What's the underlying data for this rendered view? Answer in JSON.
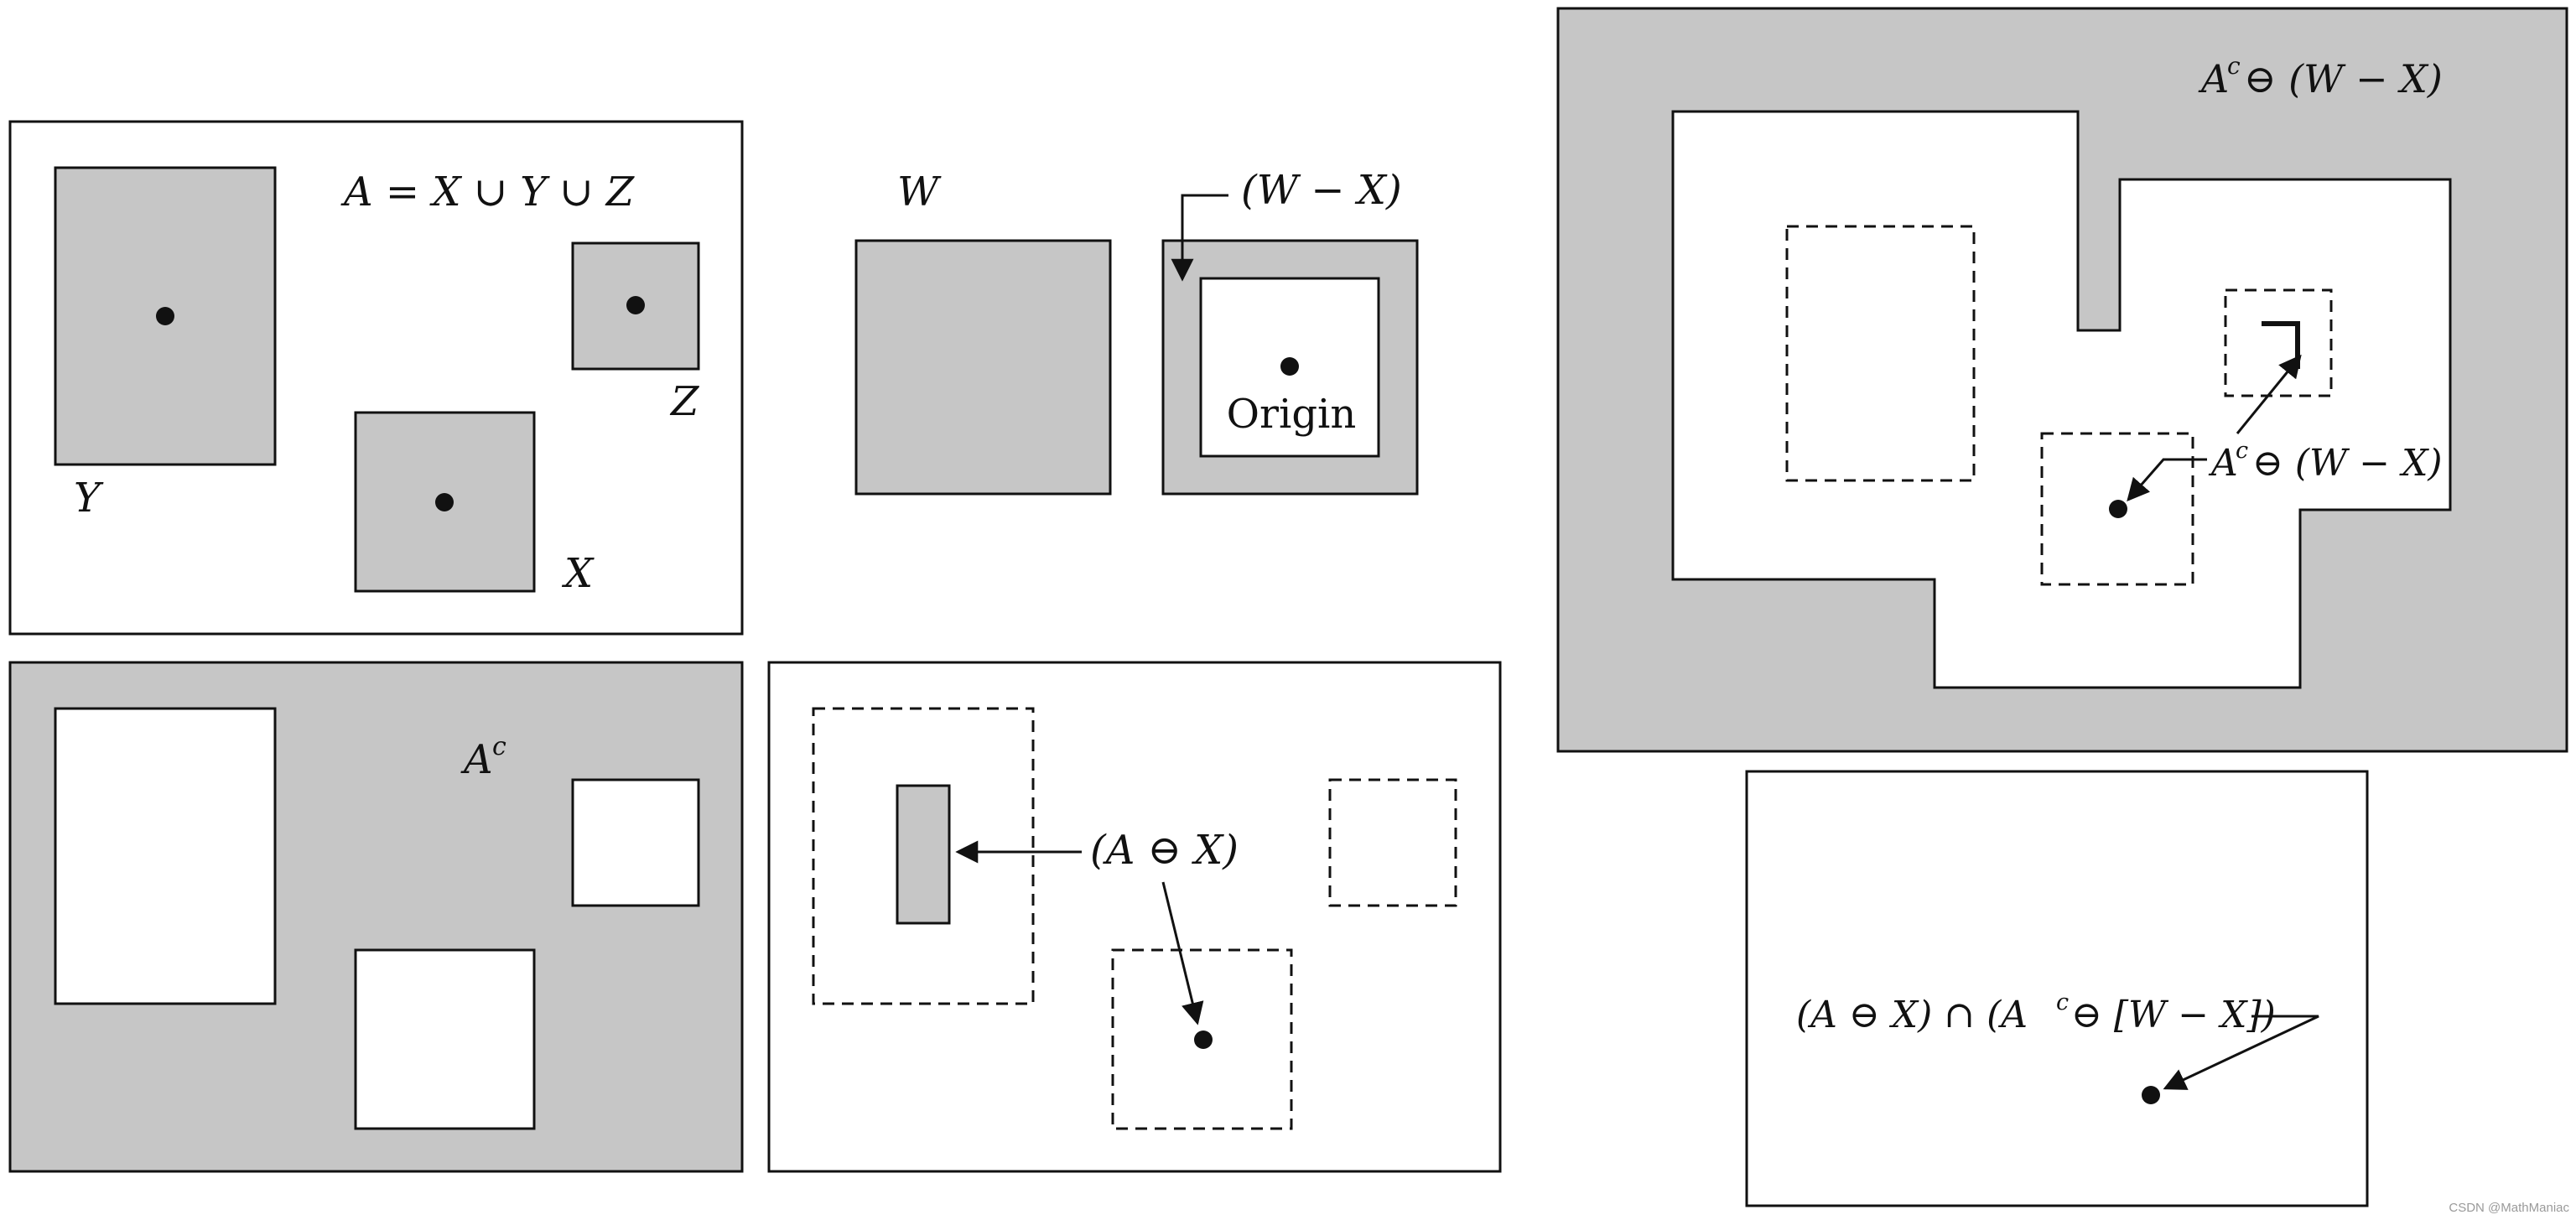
{
  "panel_a": {
    "set_definition": "A = X ∪ Y ∪ Z",
    "label_y": "Y",
    "label_z": "Z",
    "label_x": "X"
  },
  "panel_structuring": {
    "label_w": "W",
    "label_w_minus_x": "(W − X)",
    "label_origin": "Origin"
  },
  "panel_complement": {
    "label_ac": "A",
    "label_ac_sup": "c"
  },
  "panel_erosion": {
    "label_erosion": "(A ⊖ X)"
  },
  "panel_complement_erosion": {
    "title_base": "A",
    "title_sup": "c",
    "title_rest": "⊖ (W − X)",
    "callout_base": "A",
    "callout_sup": "c",
    "callout_rest": "⊖ (W − X)"
  },
  "panel_result": {
    "label_part1": "(A ⊖ X) ∩ (A",
    "label_sup": "c",
    "label_part2": "⊖ [W − X])"
  },
  "watermark": "CSDN @MathManiac",
  "colors": {
    "gray_fill": "#c6c6c6",
    "stroke": "#111111",
    "background": "#ffffff"
  }
}
